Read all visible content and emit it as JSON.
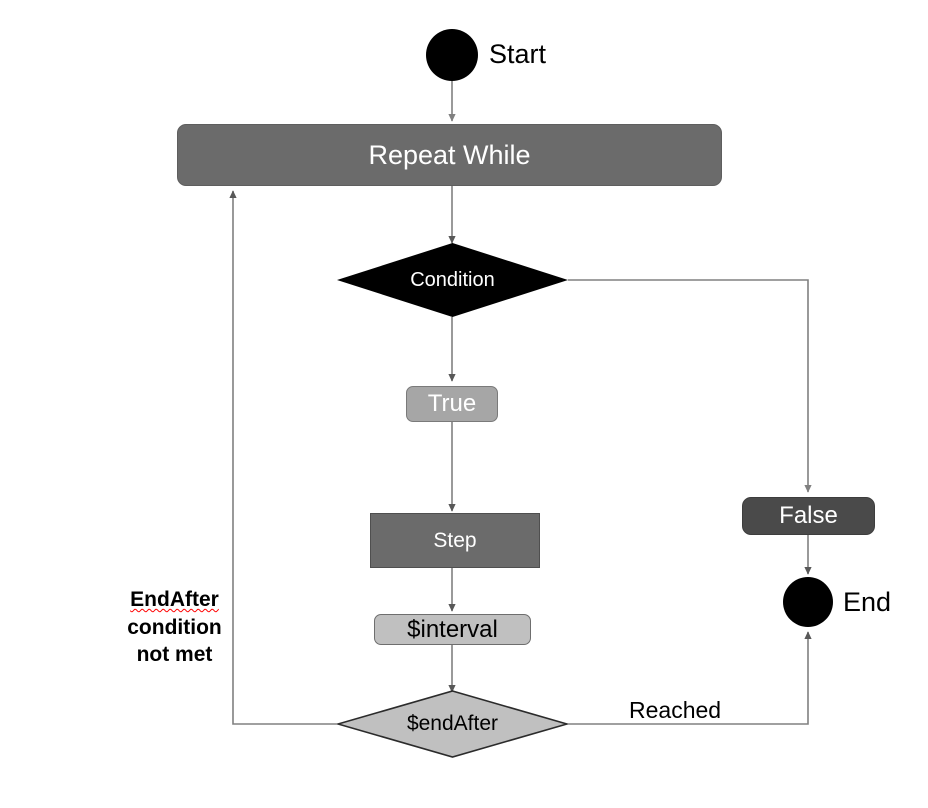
{
  "diagram": {
    "title": "Repeat While loop flowchart",
    "type": "flowchart",
    "background": "#ffffff",
    "connector_color": "#808080"
  },
  "nodes": {
    "start": {
      "label": "Start",
      "shape": "circle",
      "fill": "#000000"
    },
    "repeat_while": {
      "label": "Repeat While",
      "shape": "rounded-rectangle",
      "fill": "#6b6b6b",
      "text_color": "#ffffff"
    },
    "condition": {
      "label": "Condition",
      "shape": "diamond",
      "fill": "#000000",
      "text_color": "#ffffff"
    },
    "true_branch": {
      "label": "True",
      "shape": "rounded-rectangle",
      "fill": "#a6a6a6",
      "text_color": "#ffffff"
    },
    "false_branch": {
      "label": "False",
      "shape": "rounded-rectangle",
      "fill": "#4a4a4a",
      "text_color": "#ffffff"
    },
    "step": {
      "label": "Step",
      "shape": "rectangle",
      "fill": "#6b6b6b",
      "text_color": "#ffffff"
    },
    "interval": {
      "label": "$interval",
      "shape": "rounded-rectangle",
      "fill": "#c0c0c0",
      "text_color": "#000000"
    },
    "end_after": {
      "label": "$endAfter",
      "shape": "diamond",
      "fill": "#c0c0c0",
      "text_color": "#000000"
    },
    "end": {
      "label": "End",
      "shape": "circle",
      "fill": "#000000"
    }
  },
  "edge_labels": {
    "loop_back": {
      "line1": "EndAfter",
      "line2": "condition",
      "line3": "not met",
      "spellcheck_flagged": "EndAfter"
    },
    "reached": "Reached"
  }
}
